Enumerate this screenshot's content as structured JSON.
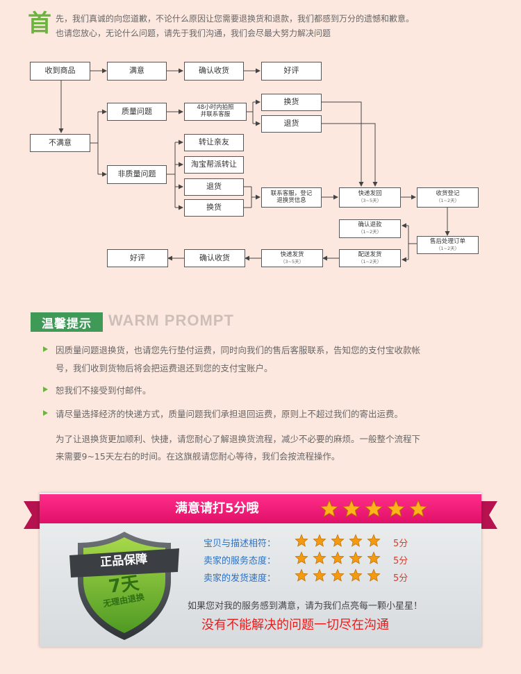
{
  "intro": {
    "big_char": "首",
    "line1": "先，我们真诚的向您道歉，不论什么原因让您需要退换货和退款，我们都感到万分的遗憾和歉意。",
    "line2": "也请您放心，无论什么问题，请先于我们沟通，我们会尽最大努力解决问题"
  },
  "flow": {
    "receive": "收到商品",
    "satisfied": "满意",
    "confirm_receipt_top": "确认收货",
    "good_review_top": "好评",
    "unsatisfied": "不满意",
    "quality_issue": "质量问题",
    "photo_contact": "48小时内拍照\n并联系客服",
    "exchange_1": "换货",
    "return_1": "退货",
    "non_quality_issue": "非质量问题",
    "transfer_friend": "转让亲友",
    "taobao_transfer": "淘宝帮派转让",
    "return_2": "退货",
    "exchange_2": "换货",
    "contact_register": "联系客服，登记\n退换货信息",
    "express_return": "快递发回",
    "express_return_days": "（3~5天）",
    "receipt_register": "收货登记",
    "receipt_register_days": "（1~2天）",
    "confirm_refund": "确认退款",
    "confirm_refund_days": "（1~2天）",
    "after_sales": "售后处理订单",
    "after_sales_days": "（1~2天）",
    "delivery": "配送发货",
    "delivery_days": "（1~2天）",
    "express_ship": "快递发货",
    "express_ship_days": "（3~5天）",
    "confirm_receipt_bottom": "确认收货",
    "good_review_bottom": "好评"
  },
  "tips": {
    "title_cn": "温馨提示",
    "title_en": "WARM PROMPT",
    "t1_line1": "因质量问题退换货，也请您先行垫付运费，同时向我们的售后客服联系，告知您的支付宝收款帐",
    "t1_line2": "号，我们收到货物后将会把运费退还到您的支付宝账户。",
    "t2": "恕我们不接受到付邮件。",
    "t3": "请尽量选择经济的快递方式，质量问题我们承担退回运费，原则上不超过我们的寄出运费。",
    "p_line1": "为了让退换货更加顺利、快捷，请您耐心了解退换货流程，减少不必要的麻烦。一般整个流程下",
    "p_line2": "来需要9~15天左右的时间。在这旗舰请您耐心等待，我们会按流程操作。"
  },
  "rating": {
    "banner": "满意请打5分哦",
    "banner_stars": 5,
    "shield_top": "正品保障",
    "shield_days": "7天",
    "shield_bottom": "无理由退换",
    "rows": [
      {
        "label": "宝贝与描述相符：",
        "stars": 5,
        "score": "5分"
      },
      {
        "label": "卖家的服务态度：",
        "stars": 5,
        "score": "5分"
      },
      {
        "label": "卖家的发货速度：",
        "stars": 5,
        "score": "5分"
      }
    ],
    "closing_1": "如果您对我的服务感到满意，请为我们点亮每一颗小星星！",
    "closing_2": "没有不能解决的问题一切尽在沟通"
  },
  "colors": {
    "accent_green": "#6db33f",
    "tips_green": "#3f9a57",
    "banner_pink": "#e01068",
    "star_orange": "#f39a12",
    "link_blue": "#2a70c4",
    "alert_red": "#ee1a1a"
  }
}
